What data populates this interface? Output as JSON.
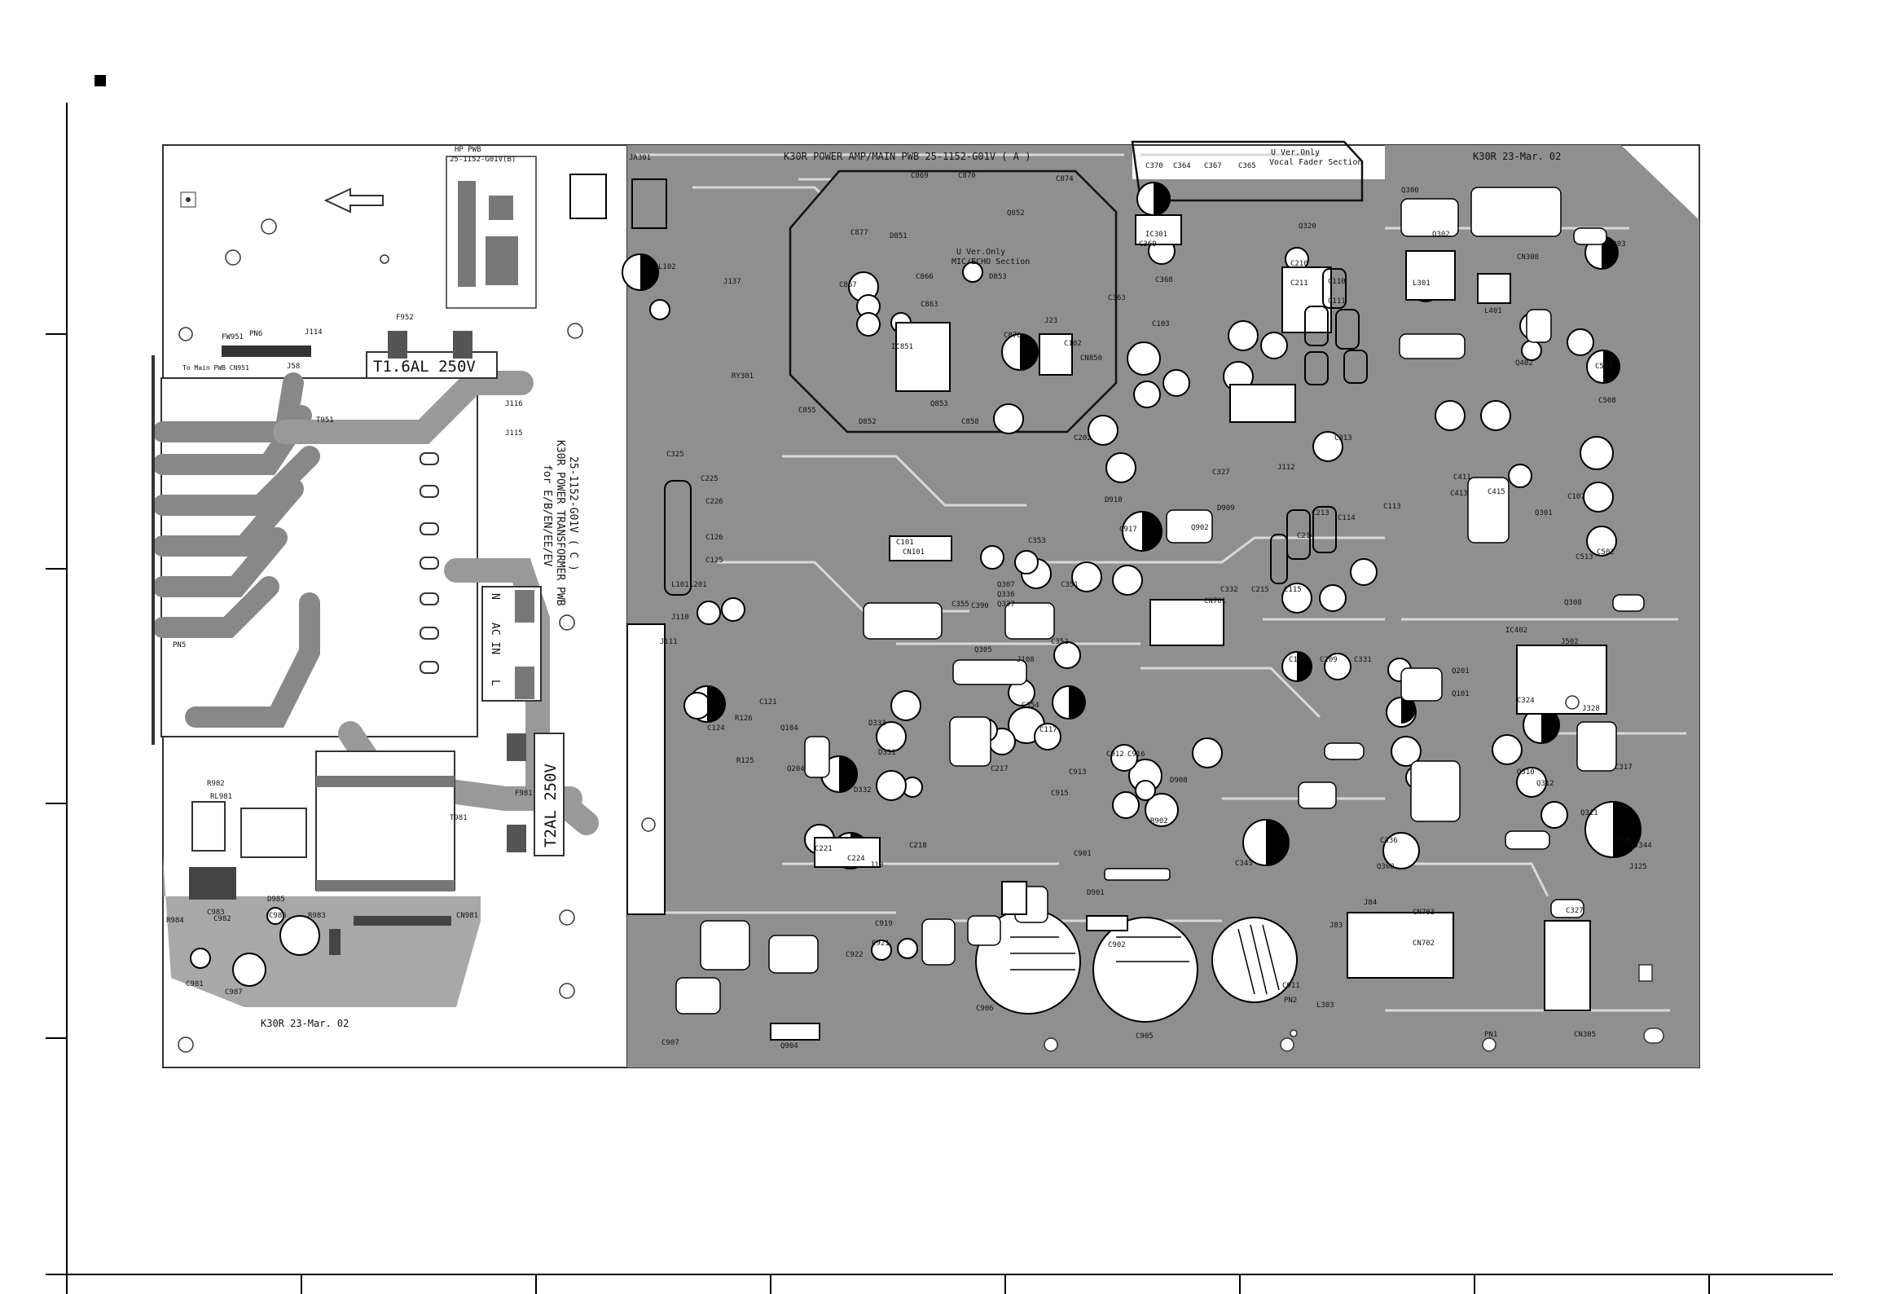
{
  "title_a": "K30R POWER AMP/MAIN PWB  25-1152-G01V  ( A )",
  "title_b": "K30R 23-Mar. 02",
  "title_c": "K30R 23-Mar. 02",
  "hp_pwb": "HP PWB",
  "hp_pwb_code": "25-1152-G01V(B)",
  "trans_pwb_line1": "25-1152-G01V  ( C )",
  "trans_pwb_line2": "K30R POWER TRANSFORMER PWB",
  "trans_pwb_line3": "for E/B/EN/EE/EV",
  "fuse1": "T1.6AL 250V",
  "fuse2": "T2AL 250V",
  "ac_in": "AC IN",
  "ac_n": "N",
  "ac_l": "L",
  "mic_echo": "MIC/ECHO Section",
  "u_ver_1": "U Ver.Only",
  "u_ver_2": "U Ver.Only",
  "vocal_fader": "Vocal Fader Section",
  "to_main": "To Main PWB CN951",
  "components": [
    {
      "t": "JA301"
    },
    {
      "t": "C869"
    },
    {
      "t": "C870"
    },
    {
      "t": "C874"
    },
    {
      "t": "C877"
    },
    {
      "t": "D851"
    },
    {
      "t": "Q852"
    },
    {
      "t": "C866"
    },
    {
      "t": "C867"
    },
    {
      "t": "C863"
    },
    {
      "t": "D853"
    },
    {
      "t": "IC851"
    },
    {
      "t": "C876"
    },
    {
      "t": "J23"
    },
    {
      "t": "CN850"
    },
    {
      "t": "C855"
    },
    {
      "t": "D852"
    },
    {
      "t": "Q853"
    },
    {
      "t": "C858"
    },
    {
      "t": "C370"
    },
    {
      "t": "C364"
    },
    {
      "t": "C367"
    },
    {
      "t": "C365"
    },
    {
      "t": "IC301"
    },
    {
      "t": "C369"
    },
    {
      "t": "C363"
    },
    {
      "t": "C368"
    },
    {
      "t": "Q320"
    },
    {
      "t": "Q300"
    },
    {
      "t": "Q302"
    },
    {
      "t": "CN308"
    },
    {
      "t": "L301"
    },
    {
      "t": "L401"
    },
    {
      "t": "C303"
    },
    {
      "t": "C505"
    },
    {
      "t": "C508"
    },
    {
      "t": "L102"
    },
    {
      "t": "J137"
    },
    {
      "t": "RY301"
    },
    {
      "t": "C325"
    },
    {
      "t": "C225"
    },
    {
      "t": "C226"
    },
    {
      "t": "C126"
    },
    {
      "t": "C125"
    },
    {
      "t": "L101"
    },
    {
      "t": "L201"
    },
    {
      "t": "J110"
    },
    {
      "t": "J111"
    },
    {
      "t": "C101"
    },
    {
      "t": "CN101"
    },
    {
      "t": "D910"
    },
    {
      "t": "C917"
    },
    {
      "t": "Q902"
    },
    {
      "t": "D909"
    },
    {
      "t": "Q307"
    },
    {
      "t": "Q336"
    },
    {
      "t": "Q337"
    },
    {
      "t": "C355"
    },
    {
      "t": "C390"
    },
    {
      "t": "C351"
    },
    {
      "t": "C353"
    },
    {
      "t": "C352"
    },
    {
      "t": "Q305"
    },
    {
      "t": "J108"
    },
    {
      "t": "C354"
    },
    {
      "t": "C117"
    },
    {
      "t": "C217"
    },
    {
      "t": "C121"
    },
    {
      "t": "C124"
    },
    {
      "t": "R126"
    },
    {
      "t": "R125"
    },
    {
      "t": "Q104"
    },
    {
      "t": "D333"
    },
    {
      "t": "D331"
    },
    {
      "t": "Q204"
    },
    {
      "t": "D332"
    },
    {
      "t": "C221"
    },
    {
      "t": "C224"
    },
    {
      "t": "C218"
    },
    {
      "t": "J10"
    },
    {
      "t": "C912"
    },
    {
      "t": "C916"
    },
    {
      "t": "D908"
    },
    {
      "t": "C913"
    },
    {
      "t": "R902"
    },
    {
      "t": "C915"
    },
    {
      "t": "C901"
    },
    {
      "t": "D901"
    },
    {
      "t": "C902"
    },
    {
      "t": "C906"
    },
    {
      "t": "C905"
    },
    {
      "t": "C922"
    },
    {
      "t": "C921"
    },
    {
      "t": "C919"
    },
    {
      "t": "C907"
    },
    {
      "t": "Q904"
    },
    {
      "t": "C911"
    },
    {
      "t": "PN2"
    },
    {
      "t": "CN701"
    },
    {
      "t": "C332"
    },
    {
      "t": "C215"
    },
    {
      "t": "C115"
    },
    {
      "t": "C109"
    },
    {
      "t": "C209"
    },
    {
      "t": "C331"
    },
    {
      "t": "Q201"
    },
    {
      "t": "Q101"
    },
    {
      "t": "IC402"
    },
    {
      "t": "C324"
    },
    {
      "t": "J328"
    },
    {
      "t": "Q310"
    },
    {
      "t": "Q312"
    },
    {
      "t": "C317"
    },
    {
      "t": "C318"
    },
    {
      "t": "Q311"
    },
    {
      "t": "J344"
    },
    {
      "t": "J125"
    },
    {
      "t": "C327"
    },
    {
      "t": "CN703"
    },
    {
      "t": "CN702"
    },
    {
      "t": "L303"
    },
    {
      "t": "CN305"
    },
    {
      "t": "PN1"
    },
    {
      "t": "C343"
    },
    {
      "t": "C336"
    },
    {
      "t": "Q308"
    },
    {
      "t": "J84"
    },
    {
      "t": "J83"
    },
    {
      "t": "C981"
    },
    {
      "t": "C987"
    },
    {
      "t": "C983"
    },
    {
      "t": "C986"
    },
    {
      "t": "D985"
    },
    {
      "t": "R983"
    },
    {
      "t": "R984"
    },
    {
      "t": "C982"
    },
    {
      "t": "CN981"
    },
    {
      "t": "RL981"
    },
    {
      "t": "R982"
    },
    {
      "t": "T981"
    },
    {
      "t": "T951"
    },
    {
      "t": "J114"
    },
    {
      "t": "FW951"
    },
    {
      "t": "F952"
    },
    {
      "t": "J116"
    },
    {
      "t": "J115"
    },
    {
      "t": "PN5"
    },
    {
      "t": "PN6"
    },
    {
      "t": "F981"
    },
    {
      "t": "J58"
    },
    {
      "t": "C113"
    },
    {
      "t": "C114"
    },
    {
      "t": "C214"
    },
    {
      "t": "C213"
    },
    {
      "t": "C313"
    },
    {
      "t": "C202"
    },
    {
      "t": "C102"
    },
    {
      "t": "C103"
    },
    {
      "t": "C210"
    },
    {
      "t": "C211"
    },
    {
      "t": "C110"
    },
    {
      "t": "C111"
    },
    {
      "t": "J112"
    },
    {
      "t": "C327"
    },
    {
      "t": "Q402"
    },
    {
      "t": "C413"
    },
    {
      "t": "C411"
    },
    {
      "t": "C415"
    },
    {
      "t": "C513"
    },
    {
      "t": "C502"
    },
    {
      "t": "C107"
    },
    {
      "t": "Q308"
    },
    {
      "t": "Q301"
    },
    {
      "t": "J502"
    }
  ]
}
